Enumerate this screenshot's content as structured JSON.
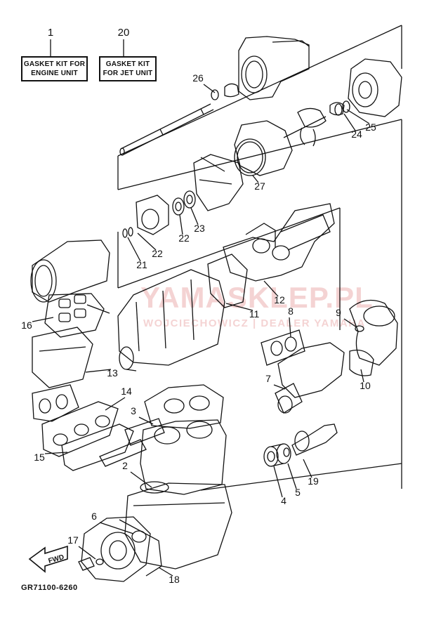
{
  "watermark": {
    "brand": "YAMASKLEP.PL",
    "sub": "WOJCIECHOWICZ | DEALER YAMAHA",
    "color": "#e8a0a0"
  },
  "kits": [
    {
      "ref": "1",
      "line1": "GASKET KIT FOR",
      "line2": "ENGINE UNIT"
    },
    {
      "ref": "20",
      "line1": "GASKET KIT",
      "line2": "FOR JET UNIT"
    }
  ],
  "callouts": [
    "26",
    "24",
    "25",
    "27",
    "22",
    "23",
    "22",
    "21",
    "12",
    "11",
    "8",
    "9",
    "16",
    "13",
    "7",
    "10",
    "14",
    "3",
    "15",
    "2",
    "19",
    "5",
    "4",
    "6",
    "17",
    "18"
  ],
  "fwd_label": "FWD",
  "drawing_number": "GR71100-6260",
  "colors": {
    "ink": "#111111",
    "background": "#ffffff"
  }
}
